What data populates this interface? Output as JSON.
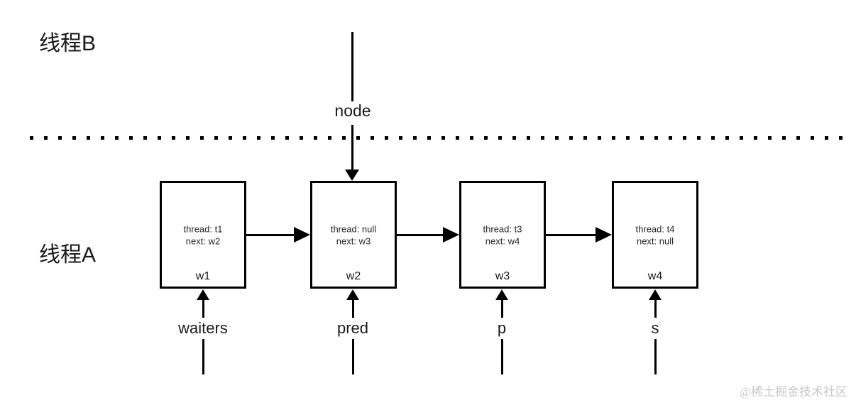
{
  "diagram": {
    "thread_b_label": "线程B",
    "thread_a_label": "线程A",
    "node_pointer_label": "node",
    "nodes": [
      {
        "name": "w1",
        "thread_field": "thread: t1",
        "next_field": "next: w2",
        "pointer_label": "waiters"
      },
      {
        "name": "w2",
        "thread_field": "thread: null",
        "next_field": "next: w3",
        "pointer_label": "pred"
      },
      {
        "name": "w3",
        "thread_field": "thread: t3",
        "next_field": "next: w4",
        "pointer_label": "p"
      },
      {
        "name": "w4",
        "thread_field": "thread: t4",
        "next_field": "next: null",
        "pointer_label": "s"
      }
    ],
    "watermark": "@稀土掘金技术社区",
    "colors": {
      "line": "#000000",
      "box_border": "#000000",
      "text": "#1a1a1a",
      "watermark": "#c8c8c8",
      "background": "#ffffff"
    }
  }
}
